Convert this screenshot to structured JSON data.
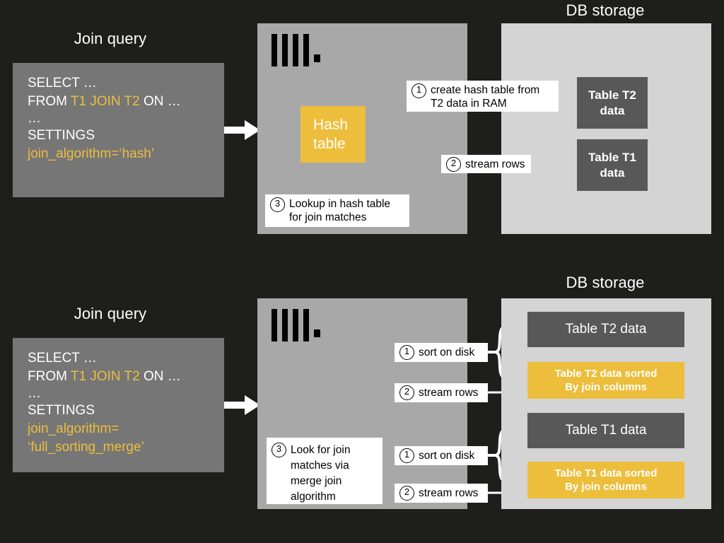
{
  "diagram": {
    "title_hash_section": "Join query",
    "title_merge_section": "Join query",
    "storage_label_top": "DB storage",
    "storage_label_bottom": "DB storage",
    "logo_name": "clickhouse-logo"
  },
  "hash_section": {
    "heading": "Join query",
    "query": {
      "line1": "SELECT …",
      "line2_prefix": "FROM ",
      "line2_highlight": "T1 JOIN T2",
      "line2_suffix": " ON …",
      "line3": "…",
      "line4": "SETTINGS",
      "line5": "join_algorithm=‘hash’"
    },
    "hash_box": {
      "line1": "Hash",
      "line2": "table"
    },
    "steps": [
      {
        "num": "1",
        "text_line1": "create hash table from",
        "text_line2": "T2 data in RAM"
      },
      {
        "num": "2",
        "text_line1": "stream rows",
        "text_line2": ""
      },
      {
        "num": "3",
        "text_line1": "Lookup in hash table",
        "text_line2": "for join matches"
      }
    ],
    "storage": {
      "heading": "DB storage",
      "tables": [
        {
          "line1": "Table T2",
          "line2": "data",
          "style": "dark"
        },
        {
          "line1": "Table T1",
          "line2": "data",
          "style": "dark"
        }
      ]
    }
  },
  "merge_section": {
    "heading": "Join query",
    "query": {
      "line1": "SELECT …",
      "line2_prefix": "FROM ",
      "line2_highlight": "T1 JOIN T2",
      "line2_suffix": " ON …",
      "line3": "…",
      "line4": "SETTINGS",
      "line5a": "join_algorithm=",
      "line5b": "‘full_sorting_merge’"
    },
    "steps": [
      {
        "num": "1",
        "text": "sort on disk"
      },
      {
        "num": "2",
        "text": "stream rows"
      },
      {
        "num": "1",
        "text": "sort on disk"
      },
      {
        "num": "2",
        "text": "stream rows"
      }
    ],
    "merge_callout": {
      "num": "3",
      "line1": "Look for join",
      "line2": "matches via",
      "line3": "merge join",
      "line4": "algorithm"
    },
    "storage": {
      "heading": "DB storage",
      "tables": [
        {
          "line1": "Table T2 data",
          "line2": "",
          "style": "dark"
        },
        {
          "line1": "Table T2 data sorted",
          "line2": "By join columns",
          "style": "yellow"
        },
        {
          "line1": "Table T1 data",
          "line2": "",
          "style": "dark"
        },
        {
          "line1": "Table T1 data sorted",
          "line2": "By join columns",
          "style": "yellow"
        }
      ]
    }
  },
  "colors": {
    "background": "#1e1e1b",
    "server_panel": "#a8a8a8",
    "storage_panel": "#d4d4d4",
    "query_box": "#767676",
    "accent_yellow": "#edbe3c",
    "table_dark": "#585858",
    "callout_bg": "#ffffff",
    "text_light": "#ffffff"
  }
}
